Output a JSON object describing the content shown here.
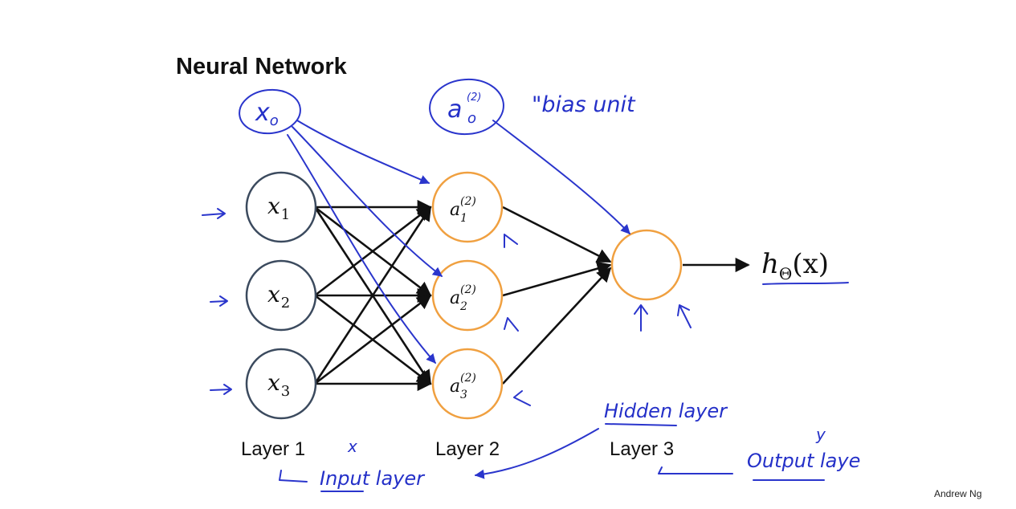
{
  "title": "Neural Network",
  "input_nodes": [
    {
      "var": "x",
      "sub": "1"
    },
    {
      "var": "x",
      "sub": "2"
    },
    {
      "var": "x",
      "sub": "3"
    }
  ],
  "hidden_nodes": [
    {
      "var": "a",
      "sub": "1",
      "sup": "(2)"
    },
    {
      "var": "a",
      "sub": "2",
      "sup": "(2)"
    },
    {
      "var": "a",
      "sub": "3",
      "sup": "(2)"
    }
  ],
  "output": {
    "h": "h",
    "sub": "Θ",
    "arg": "(x)"
  },
  "layer_labels": [
    "Layer 1",
    "Layer 2",
    "Layer 3"
  ],
  "annotations": {
    "bias_x": {
      "var": "x",
      "sub": "o"
    },
    "bias_a": {
      "var": "a",
      "sub": "o",
      "sup": "(2)"
    },
    "bias_unit": "\"bias unit",
    "input_layer": "Input layer",
    "hidden_layer": "Hidden layer",
    "output_layer": "Output laye",
    "x_mark": "x",
    "y_mark": "y"
  },
  "credit": "Andrew Ng",
  "colors": {
    "ink": "#2a35cc",
    "hidden_node": "#f0a040",
    "input_node": "#3b4a5e"
  }
}
